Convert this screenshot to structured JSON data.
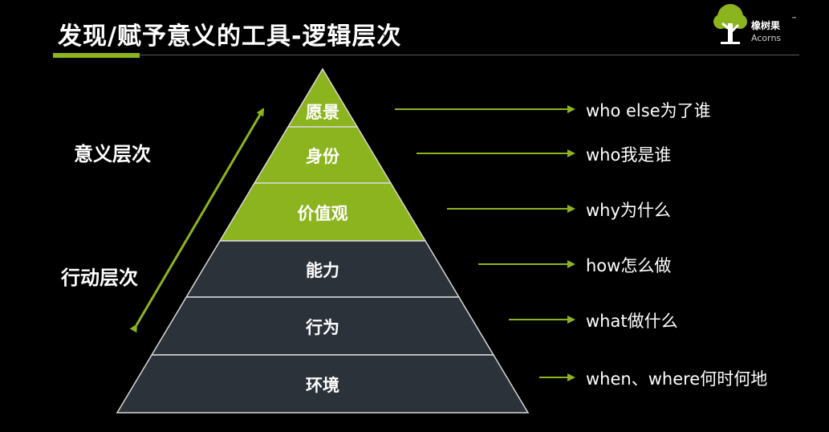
{
  "slide": {
    "title": "发现/赋予意义的工具-逻辑层次"
  },
  "logo": {
    "cn": "橡树果",
    "en": "Acorns",
    "tm": "™"
  },
  "side_labels": {
    "meaning": "意义层次",
    "action": "行动层次"
  },
  "colors": {
    "accent": "#8cb41e",
    "dark_layer": "#2c323a",
    "background": "#000000"
  },
  "levels": [
    {
      "label": "愿景",
      "desc": "who else为了谁"
    },
    {
      "label": "身份",
      "desc": "who我是谁"
    },
    {
      "label": "价值观",
      "desc": "why为什么"
    },
    {
      "label": "能力",
      "desc": "how怎么做"
    },
    {
      "label": "行为",
      "desc": "what做什么"
    },
    {
      "label": "环境",
      "desc": "when、where何时何地"
    }
  ]
}
